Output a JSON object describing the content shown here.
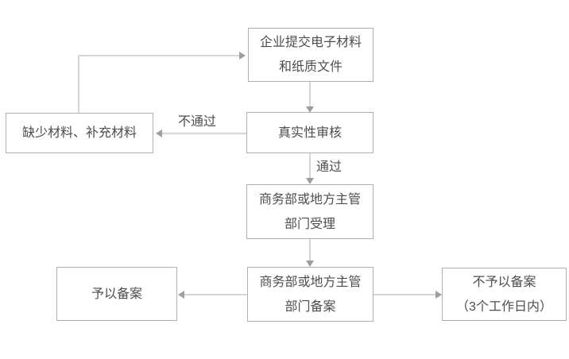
{
  "boxes": {
    "submit": {
      "lines": [
        "企业提交电子材料",
        "和纸质文件"
      ]
    },
    "review": {
      "lines": [
        "真实性审核"
      ]
    },
    "missing": {
      "lines": [
        "缺少材料、补充材料"
      ]
    },
    "accept": {
      "lines": [
        "商务部或地方主管",
        "部门受理"
      ]
    },
    "record": {
      "lines": [
        "商务部或地方主管",
        "部门备案"
      ]
    },
    "approve": {
      "lines": [
        "予以备案"
      ]
    },
    "reject": {
      "lines": [
        "不予以备案",
        "（3个工作日内）"
      ]
    }
  },
  "edge_labels": {
    "fail": "不通过",
    "pass": "通过"
  },
  "edges": [
    {
      "from": "submit",
      "to": "review",
      "label": ""
    },
    {
      "from": "review",
      "to": "missing",
      "label": "不通过"
    },
    {
      "from": "missing",
      "to": "submit",
      "label": ""
    },
    {
      "from": "review",
      "to": "accept",
      "label": "通过"
    },
    {
      "from": "accept",
      "to": "record",
      "label": ""
    },
    {
      "from": "record",
      "to": "approve",
      "label": ""
    },
    {
      "from": "record",
      "to": "reject",
      "label": ""
    }
  ],
  "colors": {
    "border": "#b0b0b0",
    "line": "#adadad",
    "arrowhead": "#9e9e9e",
    "text": "#4d4d4d",
    "background": "#ffffff"
  }
}
